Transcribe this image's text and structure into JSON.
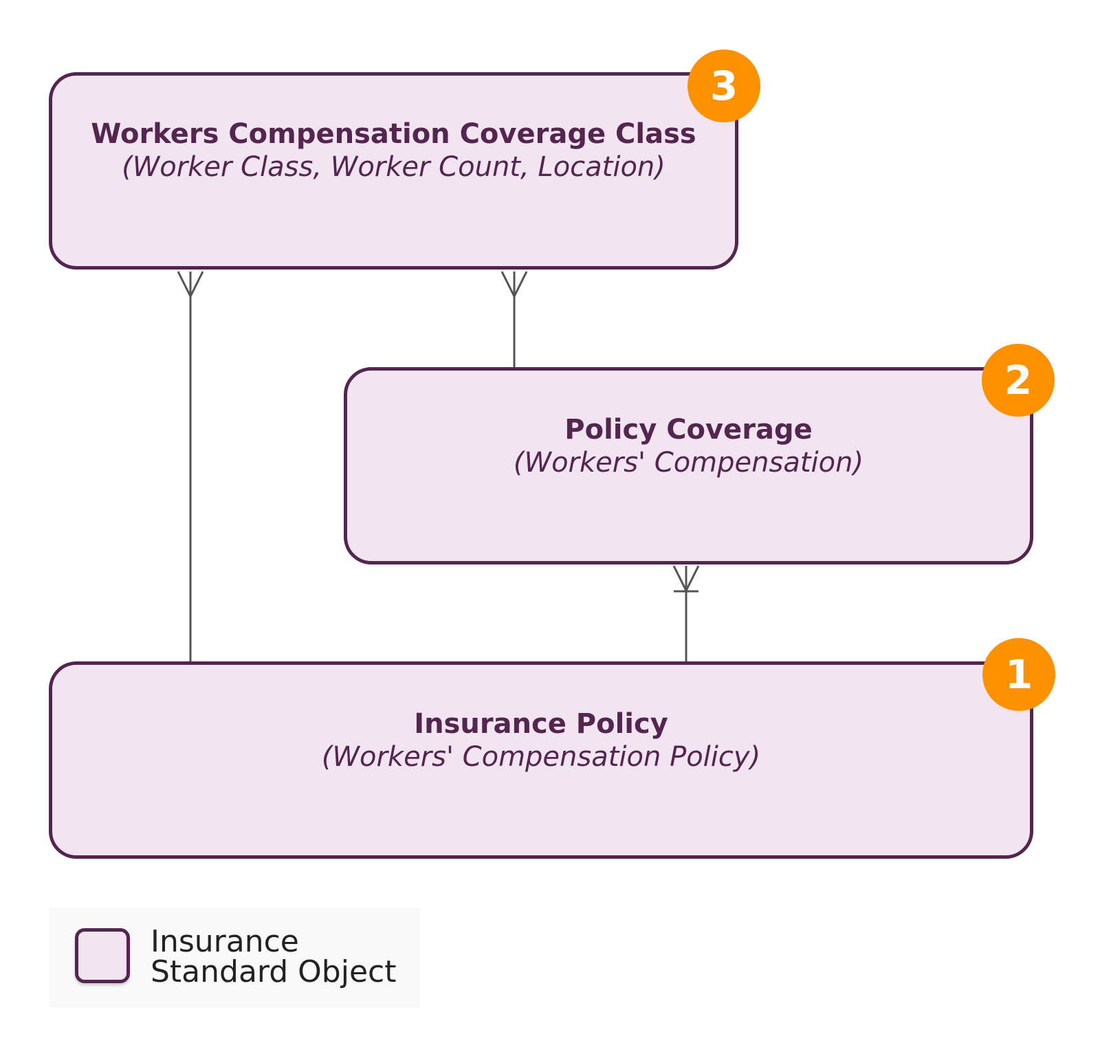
{
  "entities": {
    "wccc": {
      "title": "Workers Compensation Coverage Class",
      "subtitle": "(Worker Class, Worker Count, Location)",
      "badge": "3"
    },
    "policy_coverage": {
      "title": "Policy Coverage",
      "subtitle": "(Workers' Compensation)",
      "badge": "2"
    },
    "insurance_policy": {
      "title": "Insurance Policy",
      "subtitle": "(Workers' Compensation Policy)",
      "badge": "1"
    }
  },
  "legend": {
    "label": "Insurance Standard Object"
  },
  "relationships": [
    {
      "from": "Insurance Policy",
      "to": "Workers Compensation Coverage Class",
      "to_end": "many"
    },
    {
      "from": "Policy Coverage",
      "to": "Workers Compensation Coverage Class",
      "to_end": "many"
    },
    {
      "from": "Insurance Policy",
      "to": "Policy Coverage",
      "to_end": "one-or-many"
    }
  ],
  "colors": {
    "box_fill": "#f1e5f1",
    "box_border": "#54254f",
    "text": "#54254f",
    "badge": "#fe9100",
    "badge_text": "#ffffff",
    "connector": "#555555",
    "legend_bg": "#f9f9f9",
    "legend_text": "#222222"
  }
}
